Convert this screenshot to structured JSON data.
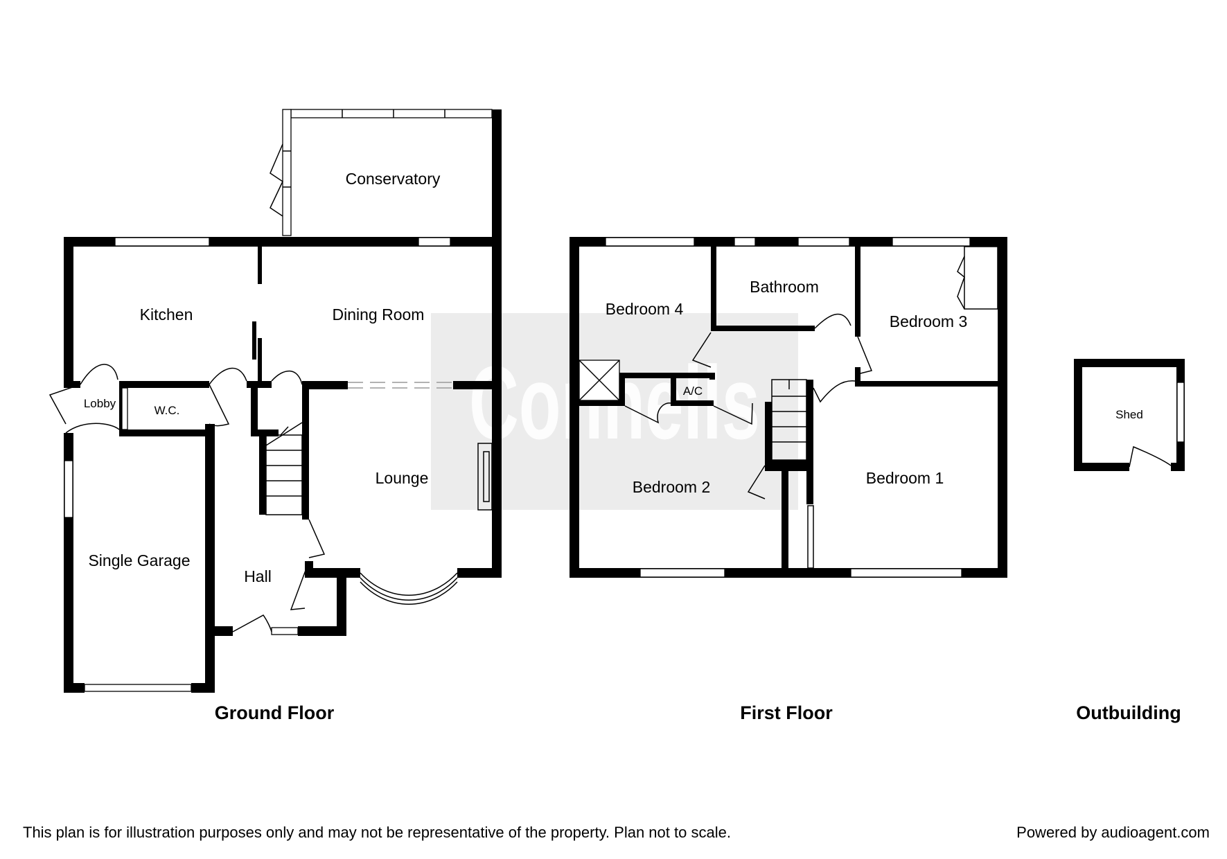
{
  "watermark": "Connells",
  "floors": {
    "ground": {
      "label": "Ground Floor",
      "rooms": {
        "conservatory": "Conservatory",
        "kitchen": "Kitchen",
        "dining_room": "Dining Room",
        "lobby": "Lobby",
        "wc": "W.C.",
        "lounge": "Lounge",
        "single_garage": "Single Garage",
        "hall": "Hall"
      }
    },
    "first": {
      "label": "First Floor",
      "rooms": {
        "bedroom4": "Bedroom 4",
        "bathroom": "Bathroom",
        "bedroom3": "Bedroom 3",
        "ac": "A/C",
        "bedroom2": "Bedroom 2",
        "bedroom1": "Bedroom 1"
      }
    },
    "outbuilding": {
      "label": "Outbuilding",
      "rooms": {
        "shed": "Shed"
      }
    }
  },
  "footer": {
    "disclaimer": "This plan is for illustration purposes only and may not be representative of the property. Plan not to scale.",
    "powered_by": "Powered by audioagent.com"
  }
}
